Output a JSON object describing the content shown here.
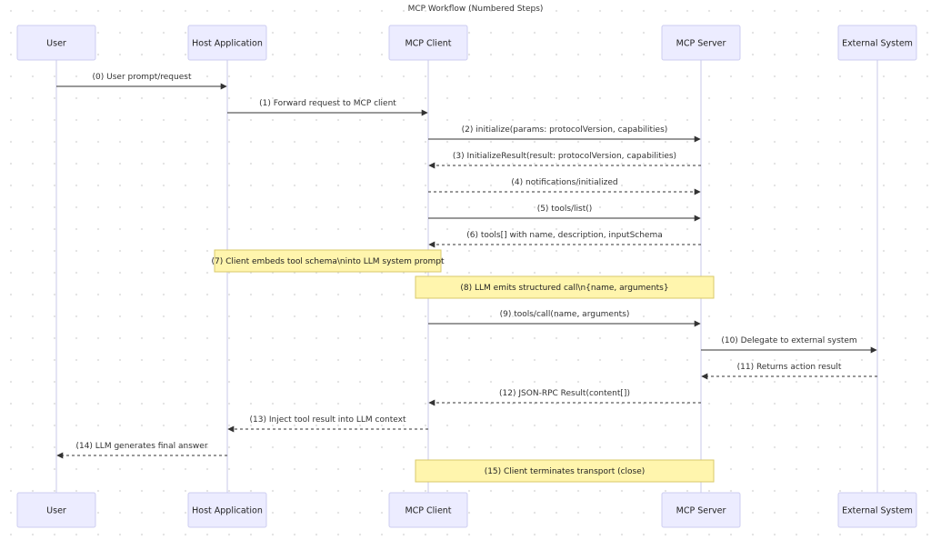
{
  "title": "MCP Workflow (Numbered Steps)",
  "participants": [
    {
      "id": "user",
      "label": "User"
    },
    {
      "id": "host",
      "label": "Host Application"
    },
    {
      "id": "client",
      "label": "MCP Client"
    },
    {
      "id": "server",
      "label": "MCP Server"
    },
    {
      "id": "external",
      "label": "External System"
    }
  ],
  "sequence": [
    {
      "kind": "message",
      "from": "user",
      "to": "host",
      "label": "(0) User prompt/request",
      "dashed": false
    },
    {
      "kind": "message",
      "from": "host",
      "to": "client",
      "label": "(1) Forward request to MCP client",
      "dashed": false
    },
    {
      "kind": "message",
      "from": "client",
      "to": "server",
      "label": "(2) initialize(params: protocolVersion, capabilities)",
      "dashed": false
    },
    {
      "kind": "message",
      "from": "server",
      "to": "client",
      "label": "(3) InitializeResult(result: protocolVersion, capabilities)",
      "dashed": true
    },
    {
      "kind": "message",
      "from": "client",
      "to": "server",
      "label": "(4) notifications/initialized",
      "dashed": true
    },
    {
      "kind": "message",
      "from": "client",
      "to": "server",
      "label": "(5) tools/list()",
      "dashed": false
    },
    {
      "kind": "message",
      "from": "server",
      "to": "client",
      "label": "(6) tools[] with name, description, inputSchema",
      "dashed": true
    },
    {
      "kind": "note",
      "from": "host",
      "to": "client",
      "label": "(7) Client embeds tool schema\\ninto LLM system prompt"
    },
    {
      "kind": "note",
      "from": "client",
      "to": "server",
      "label": "(8) LLM emits structured call\\n{name, arguments}"
    },
    {
      "kind": "message",
      "from": "client",
      "to": "server",
      "label": "(9) tools/call(name, arguments)",
      "dashed": false
    },
    {
      "kind": "message",
      "from": "server",
      "to": "external",
      "label": "(10) Delegate to external system",
      "dashed": false
    },
    {
      "kind": "message",
      "from": "external",
      "to": "server",
      "label": "(11) Returns action result",
      "dashed": true
    },
    {
      "kind": "message",
      "from": "server",
      "to": "client",
      "label": "(12) JSON-RPC Result(content[])",
      "dashed": true
    },
    {
      "kind": "message",
      "from": "client",
      "to": "host",
      "label": "(13) Inject tool result into LLM context",
      "dashed": true
    },
    {
      "kind": "message",
      "from": "host",
      "to": "user",
      "label": "(14) LLM generates final answer",
      "dashed": true
    },
    {
      "kind": "note",
      "from": "client",
      "to": "server",
      "label": "(15) Client terminates transport (close)"
    }
  ]
}
